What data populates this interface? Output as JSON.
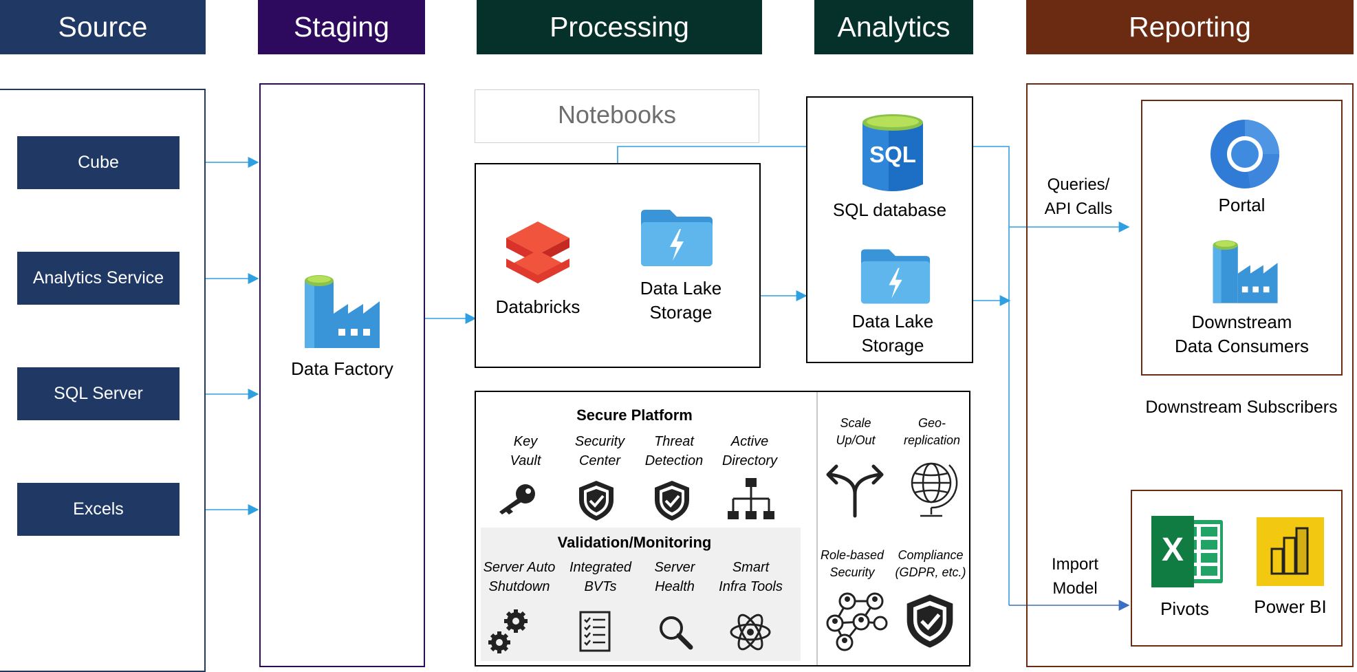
{
  "headers": {
    "source": "Source",
    "staging": "Staging",
    "processing": "Processing",
    "analytics": "Analytics",
    "reporting": "Reporting"
  },
  "colors": {
    "source": "#1f3864",
    "staging": "#2e0a5e",
    "processing": "#06302a",
    "analytics": "#06302a",
    "reporting": "#6b2b12",
    "arrow": "#2e9fe0"
  },
  "source": {
    "items": [
      "Cube",
      "Analytics Service",
      "SQL Server",
      "Excels"
    ]
  },
  "staging": {
    "data_factory": "Data Factory"
  },
  "processing": {
    "notebooks": "Notebooks",
    "databricks": "Databricks",
    "datalake_line1": "Data Lake",
    "datalake_line2": "Storage"
  },
  "analytics": {
    "sql_badge": "SQL",
    "sql_database": "SQL database",
    "datalake_line1": "Data Lake",
    "datalake_line2": "Storage"
  },
  "connections": {
    "queries_line1": "Queries/",
    "queries_line2": "API Calls",
    "import_line1": "Import",
    "import_line2": "Model"
  },
  "reporting": {
    "portal": "Portal",
    "downstream_line1": "Downstream",
    "downstream_line2": "Data Consumers",
    "subscribers": "Downstream Subscribers",
    "pivots": "Pivots",
    "excel_letter": "X",
    "powerbi": "Power BI"
  },
  "secure_platform": {
    "title": "Secure Platform",
    "items": [
      {
        "line1": "Key",
        "line2": "Vault",
        "icon": "key-icon"
      },
      {
        "line1": "Security",
        "line2": "Center",
        "icon": "shield-check-icon"
      },
      {
        "line1": "Threat",
        "line2": "Detection",
        "icon": "shield-check-icon"
      },
      {
        "line1": "Active",
        "line2": "Directory",
        "icon": "org-chart-icon"
      }
    ]
  },
  "validation": {
    "title": "Validation/Monitoring",
    "items": [
      {
        "line1": "Server Auto",
        "line2": "Shutdown",
        "icon": "gears-icon"
      },
      {
        "line1": "Integrated",
        "line2": "BVTs",
        "icon": "checklist-icon"
      },
      {
        "line1": "Server",
        "line2": "Health",
        "icon": "magnifier-icon"
      },
      {
        "line1": "Smart",
        "line2": "Infra Tools",
        "icon": "atom-icon"
      }
    ]
  },
  "extras": {
    "scale": {
      "line1": "Scale",
      "line2": "Up/Out",
      "icon": "split-arrows-icon"
    },
    "geo": {
      "line1": "Geo-",
      "line2": "replication",
      "icon": "globe-icon"
    },
    "role": {
      "line1": "Role-based",
      "line2": "Security",
      "icon": "network-users-icon"
    },
    "compliance": {
      "line1": "Compliance",
      "line2": "(GDPR, etc.)",
      "icon": "shield-check-icon"
    }
  }
}
